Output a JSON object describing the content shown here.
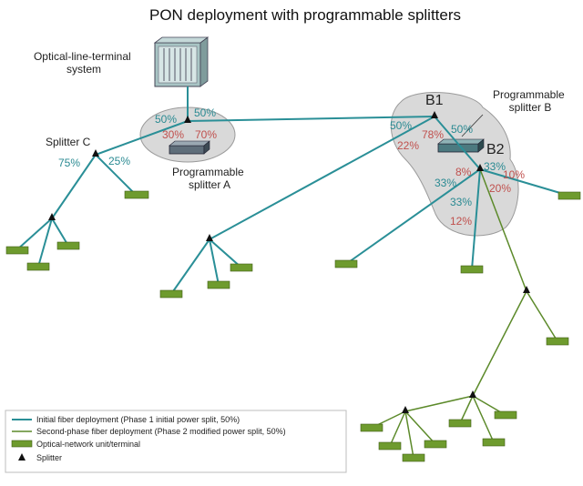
{
  "title": "PON deployment with programmable splitters",
  "labels": {
    "olt": "Optical-line-terminal\nsystem",
    "splitter_c": "Splitter C",
    "splitter_a": "Programmable\nsplitter A",
    "splitter_b": "Programmable\nsplitter B",
    "b1": "B1",
    "b2": "B2"
  },
  "percentages": {
    "a_left": "50%",
    "a_right": "50%",
    "a_red_left": "30%",
    "a_red_right": "70%",
    "c_left": "75%",
    "c_right": "25%",
    "b1_left": "50%",
    "b1_right": "50%",
    "b1_red_78": "78%",
    "b1_red_22": "22%",
    "b2_red_8": "8%",
    "b2_33_top": "33%",
    "b2_red_10": "10%",
    "b2_red_20": "20%",
    "b2_33_left": "33%",
    "b2_33_mid": "33%",
    "b2_red_12": "12%"
  },
  "legend": {
    "initial": "Initial fiber deployment (Phase 1 initial power split, 50%)",
    "second": "Second-phase fiber deployment (Phase 2 modified power split, 50%)",
    "onu": "Optical-network unit/terminal",
    "splitter": "Splitter"
  },
  "colors": {
    "initial_fiber": "#2a8f97",
    "second_fiber": "#5c8a2a",
    "onu": "#6e9b2e",
    "cloud": "#d9d9d9",
    "pct_teal": "#2a8a92",
    "pct_red": "#c0504d"
  },
  "icons": {
    "splitter": "triangle-icon",
    "onu": "onu-box-icon",
    "olt": "olt-rack-icon"
  }
}
